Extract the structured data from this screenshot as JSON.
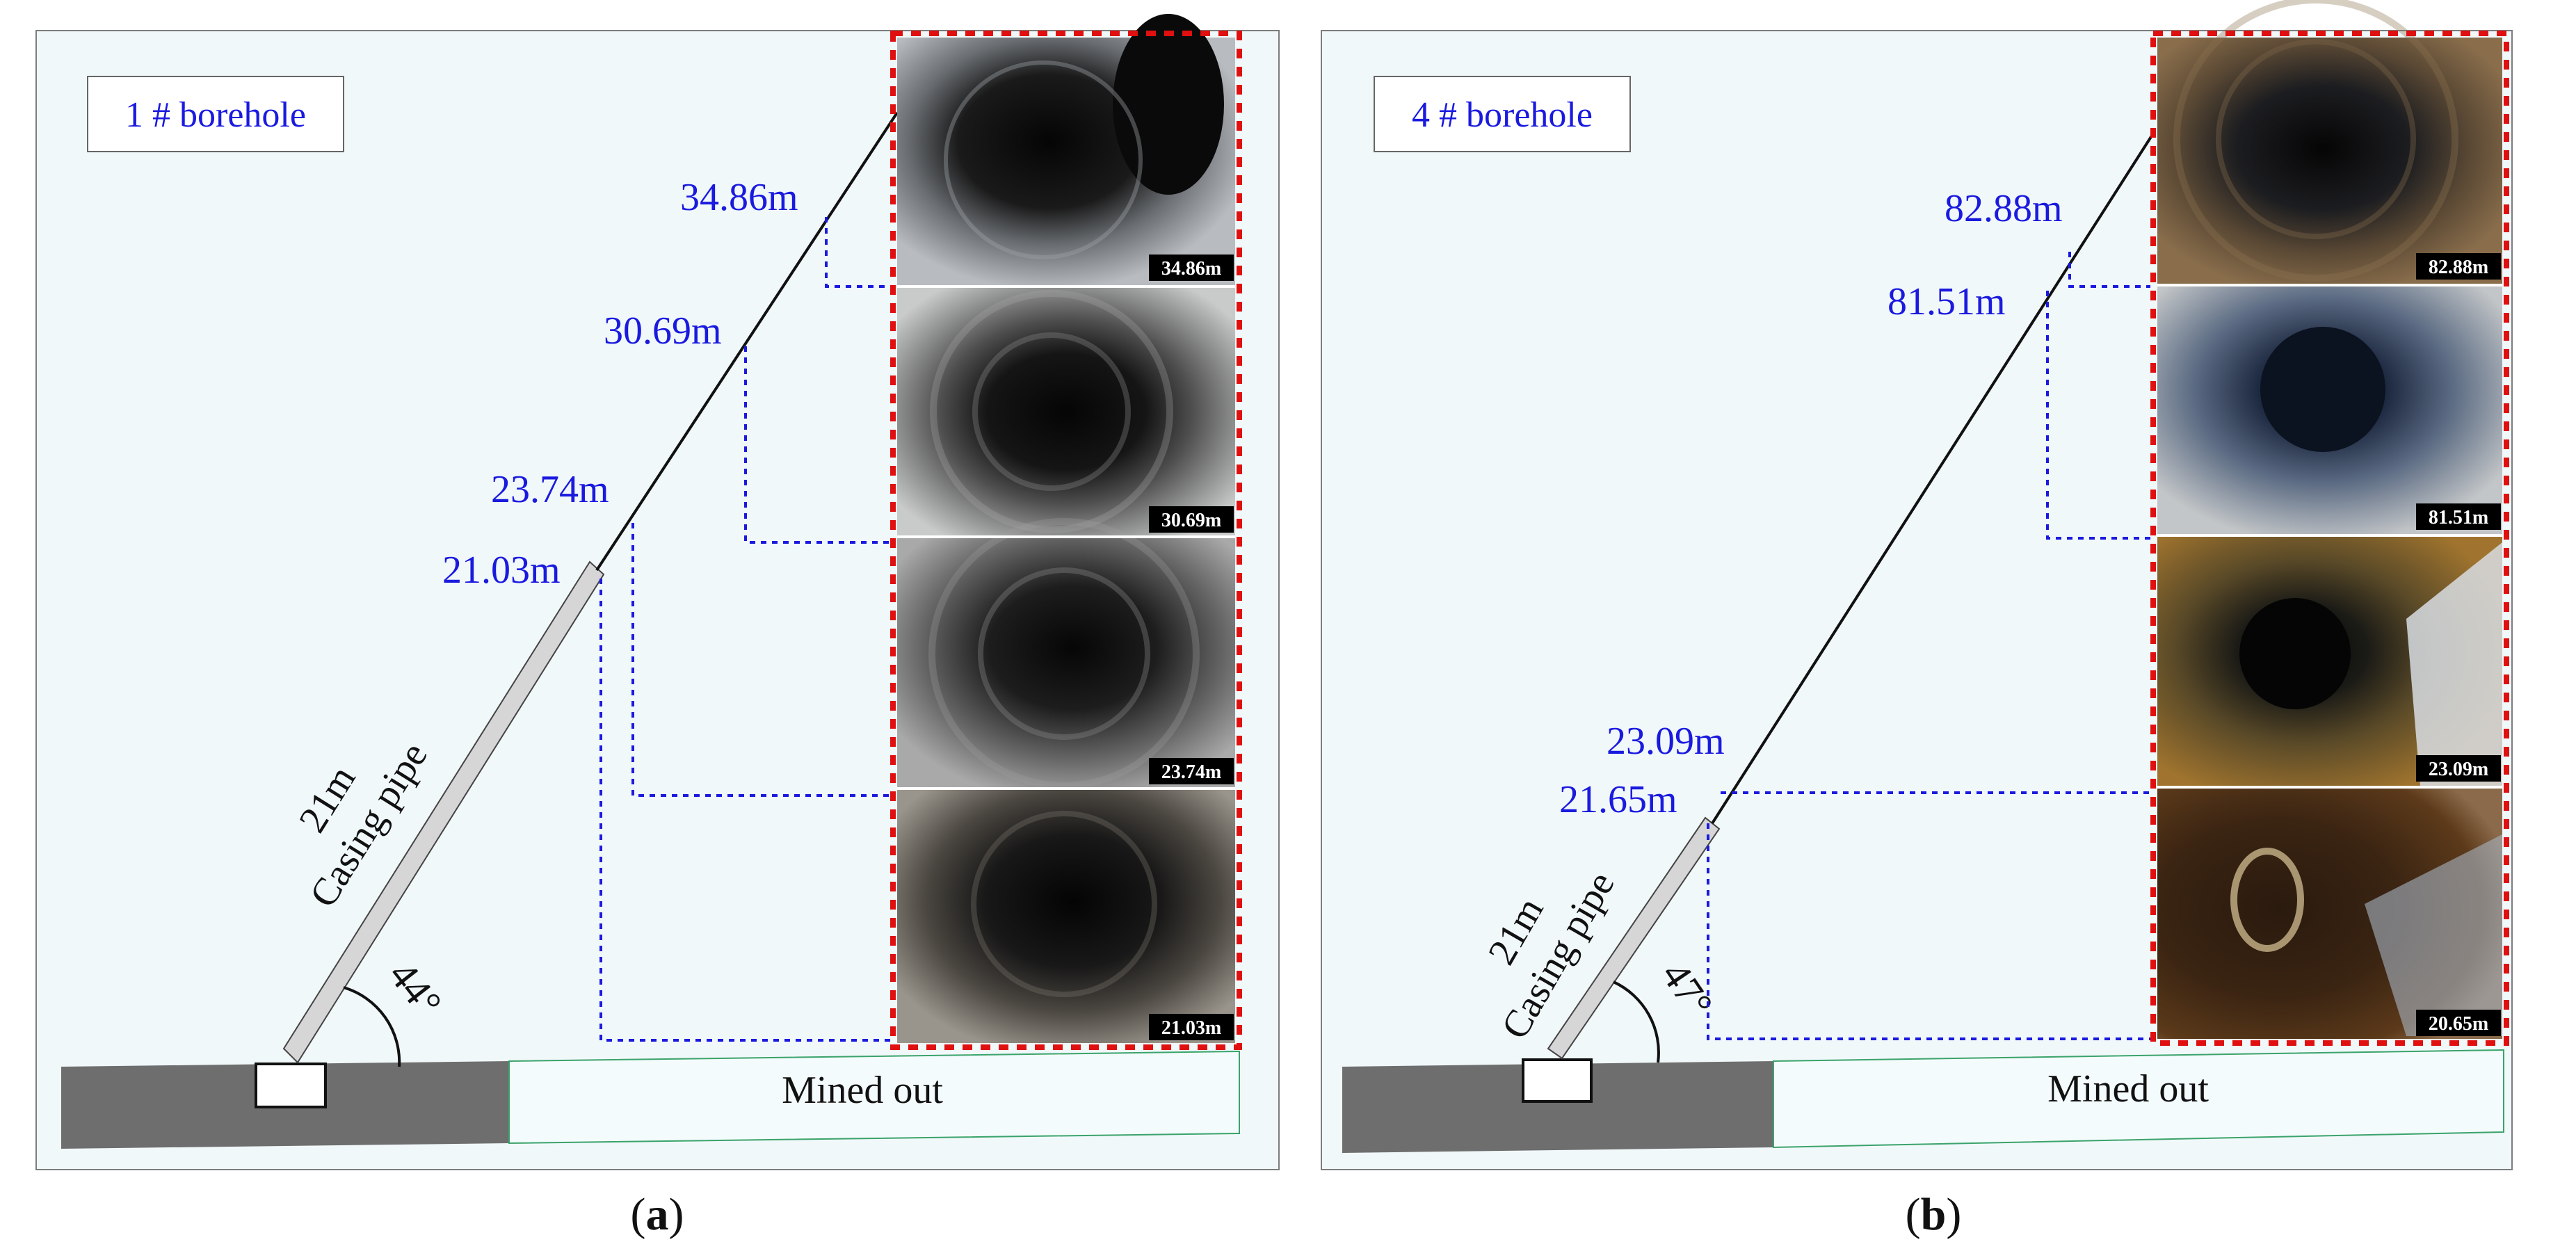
{
  "panels": [
    {
      "id": "a",
      "caption_letter": "a",
      "borehole_label": "1 # borehole",
      "casing_label_1": "21m",
      "casing_label_2": "Casing pipe",
      "angle": "44°",
      "mined_label": "Mined out",
      "depths": [
        "34.86m",
        "30.69m",
        "23.74m",
        "21.03m"
      ],
      "photo_labels": [
        "34.86m",
        "30.69m",
        "23.74m",
        "21.03m"
      ]
    },
    {
      "id": "b",
      "caption_letter": "b",
      "borehole_label": "4 # borehole",
      "casing_label_1": "21m",
      "casing_label_2": "Casing pipe",
      "angle": "47°",
      "mined_label": "Mined out",
      "depths": [
        "82.88m",
        "81.51m",
        "23.09m",
        "21.65m"
      ],
      "photo_labels": [
        "82.88m",
        "81.51m",
        "23.09m",
        "20.65m"
      ]
    }
  ],
  "colors": {
    "panel_bg": "#f1f8fa",
    "depth_text": "#1a1adf",
    "leader_line": "#1a1adf",
    "photo_frame": "#e01010",
    "rock": "#6e6e6e",
    "mined_border": "#3aa36b",
    "casing_fill": "#d6d6d6"
  }
}
